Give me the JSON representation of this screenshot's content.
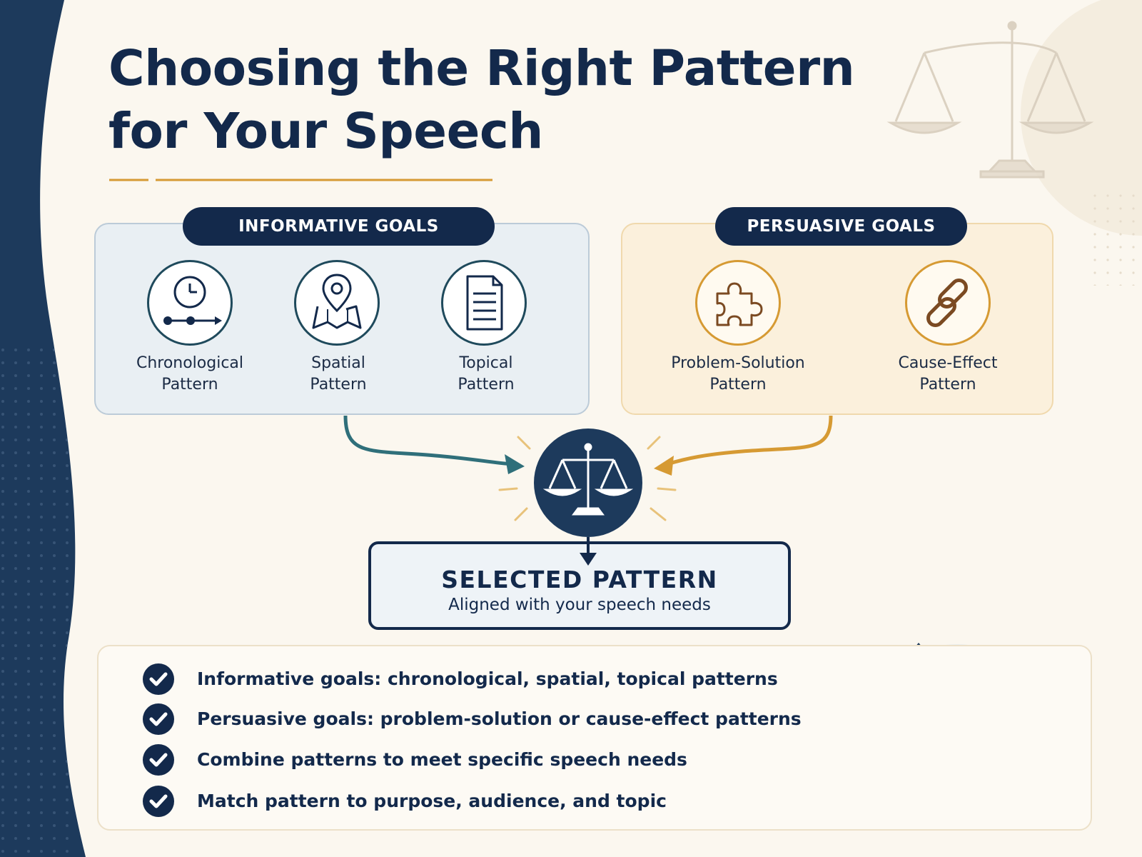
{
  "title": {
    "line1": "Choosing the Right Pattern",
    "line2": "for Your Speech"
  },
  "informative": {
    "heading": "INFORMATIVE GOALS",
    "patterns": [
      {
        "line1": "Chronological",
        "line2": "Pattern",
        "icon": "clock-timeline-icon"
      },
      {
        "line1": "Spatial",
        "line2": "Pattern",
        "icon": "map-pin-icon"
      },
      {
        "line1": "Topical",
        "line2": "Pattern",
        "icon": "document-icon"
      }
    ]
  },
  "persuasive": {
    "heading": "PERSUASIVE GOALS",
    "patterns": [
      {
        "line1": "Problem-Solution",
        "line2": "Pattern",
        "icon": "puzzle-piece-icon"
      },
      {
        "line1": "Cause-Effect",
        "line2": "Pattern",
        "icon": "chain-link-icon"
      }
    ]
  },
  "selected": {
    "title": "SELECTED PATTERN",
    "subtitle": "Aligned with your speech needs",
    "icon": "balance-scale-icon"
  },
  "checklist": [
    "Informative goals: chronological, spatial, topical patterns",
    "Persuasive goals: problem-solution or cause-effect patterns",
    "Combine patterns to meet specific speech needs",
    "Match pattern to purpose, audience, and topic"
  ],
  "colors": {
    "navy": "#13294b",
    "gold": "#d69a33",
    "teal": "#2f6f7a",
    "background": "#fbf7ef"
  }
}
